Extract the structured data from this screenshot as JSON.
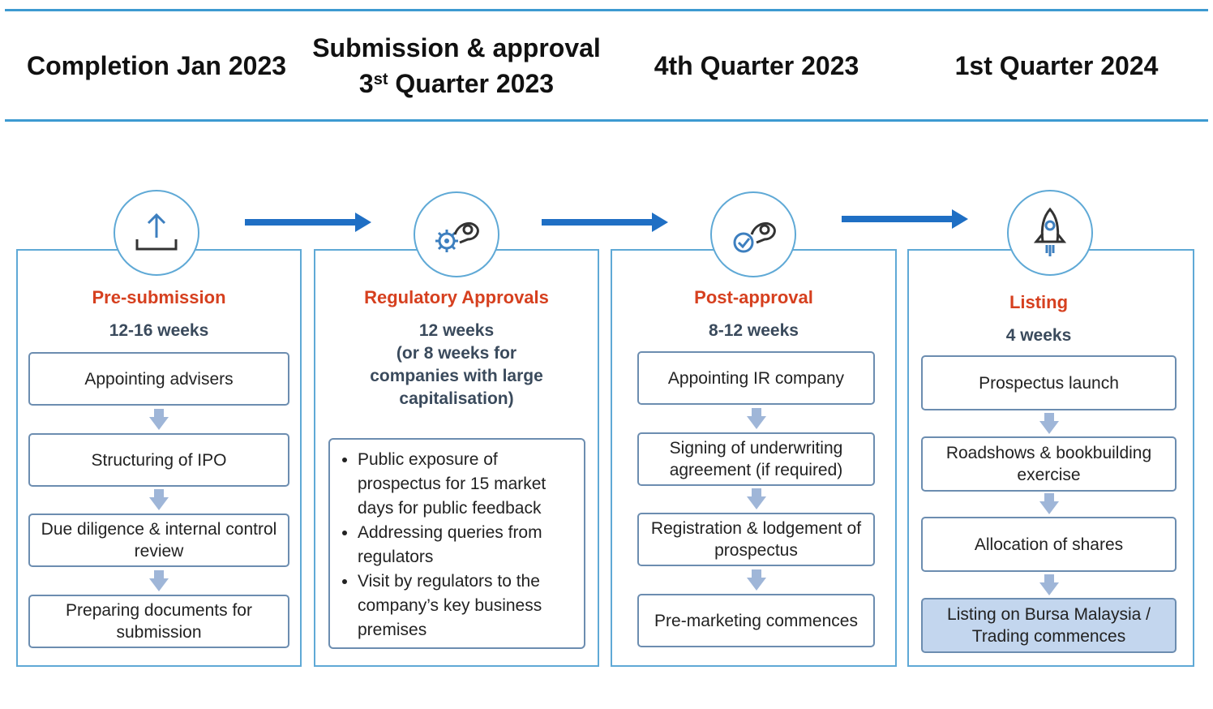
{
  "timeline": {
    "phase1": "Completion Jan 2023",
    "phase2_line1": "Submission & approval",
    "phase2_line2_num": "3",
    "phase2_line2_sup": "st",
    "phase2_line2_rest": " Quarter 2023",
    "phase3": "4th Quarter 2023",
    "phase4": "1st Quarter 2024"
  },
  "columns": {
    "presubmission": {
      "icon": "upload-icon",
      "title": "Pre-submission",
      "duration": "12-16 weeks",
      "steps": [
        "Appointing advisers",
        "Structuring of IPO",
        "Due diligence & internal control review",
        "Preparing documents for submission"
      ]
    },
    "regulatory": {
      "icon": "gears-icon",
      "title": "Regulatory Approvals",
      "duration": "12 weeks\n(or 8 weeks for\ncompanies with large\ncapitalisation)",
      "bullets": [
        "Public exposure of prospectus for 15 market days for public feedback",
        "Addressing queries from regulators",
        "Visit by regulators to the company’s key business premises"
      ]
    },
    "postapproval": {
      "icon": "check-gear-icon",
      "title": "Post-approval",
      "duration": "8-12 weeks",
      "steps": [
        "Appointing IR company",
        "Signing of underwriting agreement (if required)",
        "Registration & lodgement of prospectus",
        "Pre-marketing commences"
      ]
    },
    "listing": {
      "icon": "rocket-icon",
      "title": "Listing",
      "duration": "4 weeks",
      "steps": [
        "Prospectus launch",
        "Roadshows & bookbuilding exercise",
        "Allocation of shares",
        "Listing on Bursa Malaysia / Trading commences"
      ]
    }
  },
  "colors": {
    "accent_blue": "#3d9ad1",
    "arrow_blue": "#1f6fc4",
    "title_red": "#d6401f",
    "highlight_fill": "#c3d6ee"
  }
}
